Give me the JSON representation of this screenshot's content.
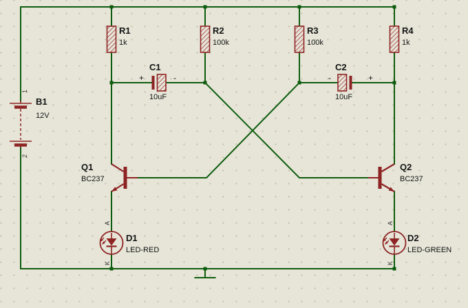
{
  "colors": {
    "background": "#e6e5d8",
    "grid_dot": "#c6c4b0",
    "wire": "#0e5c0e",
    "component": "#8e2323",
    "text": "#141414"
  },
  "battery": {
    "ref": "B1",
    "value": "12V",
    "pin_top": "1",
    "pin_bottom": "2"
  },
  "resistors": [
    {
      "ref": "R1",
      "value": "1k"
    },
    {
      "ref": "R2",
      "value": "100k"
    },
    {
      "ref": "R3",
      "value": "100k"
    },
    {
      "ref": "R4",
      "value": "1k"
    }
  ],
  "capacitors": [
    {
      "ref": "C1",
      "value": "10uF",
      "pos_sign": "+",
      "neg_sign": "-"
    },
    {
      "ref": "C2",
      "value": "10uF",
      "pos_sign": "+",
      "neg_sign": "-"
    }
  ],
  "transistors": [
    {
      "ref": "Q1",
      "value": "BC237"
    },
    {
      "ref": "Q2",
      "value": "BC237"
    }
  ],
  "leds": [
    {
      "ref": "D1",
      "value": "LED-RED",
      "anode_pin": "A",
      "cathode_pin": "K"
    },
    {
      "ref": "D2",
      "value": "LED-GREEN",
      "anode_pin": "A",
      "cathode_pin": "K"
    }
  ]
}
